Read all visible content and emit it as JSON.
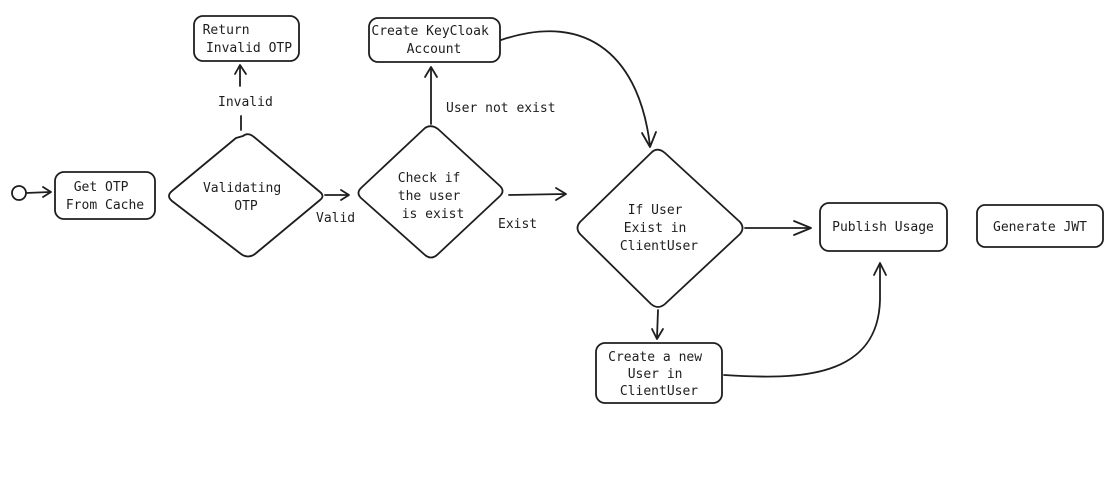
{
  "nodes": {
    "start": {
      "label": ""
    },
    "get_otp": {
      "lines": [
        "Get OTP",
        "From Cache"
      ]
    },
    "validating_otp": {
      "lines": [
        "Validating",
        "OTP"
      ]
    },
    "return_invalid": {
      "lines": [
        "Return",
        "Invalid OTP"
      ]
    },
    "check_user": {
      "lines": [
        "Check if",
        "the user",
        "is exist"
      ]
    },
    "create_keycloak": {
      "lines": [
        "Create KeyCloak",
        "Account"
      ]
    },
    "if_user_exist": {
      "lines": [
        "If User",
        "Exist in",
        "ClientUser"
      ]
    },
    "create_new_user": {
      "lines": [
        "Create a new",
        "User in",
        "ClientUser"
      ]
    },
    "publish_usage": {
      "lines": [
        "Publish Usage"
      ]
    },
    "generate_jwt": {
      "lines": [
        "Generate JWT"
      ]
    }
  },
  "edges": {
    "invalid": "Invalid",
    "valid": "Valid",
    "user_not_exist": "User not exist",
    "exist": "Exist"
  }
}
